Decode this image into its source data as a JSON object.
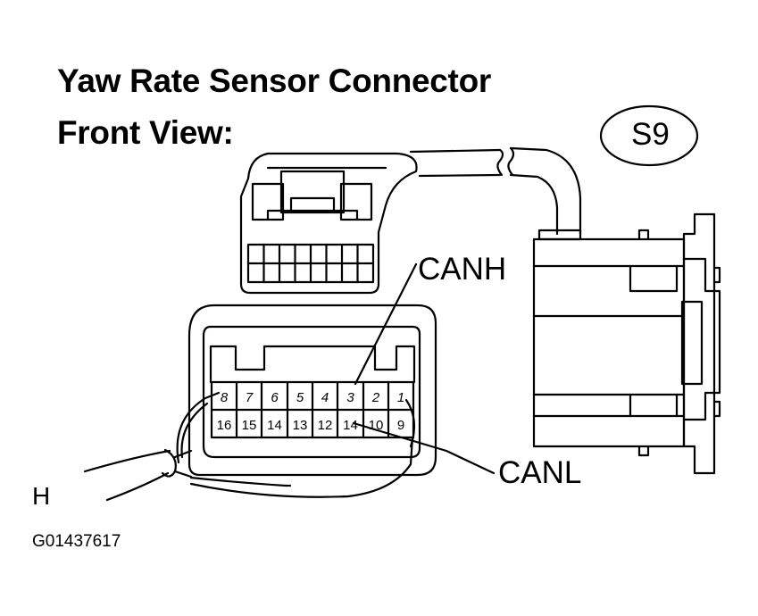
{
  "title": {
    "line1": "Yaw Rate Sensor Connector",
    "line2": "Front View:"
  },
  "connector_code": "S9",
  "callouts": {
    "canh": "CANH",
    "canl": "CANL"
  },
  "pins": {
    "top_row": [
      "8",
      "7",
      "6",
      "5",
      "4",
      "3",
      "2",
      "1"
    ],
    "bottom_row": [
      "16",
      "15",
      "14",
      "13",
      "12",
      "14",
      "10",
      "9"
    ]
  },
  "side_mark": "H",
  "figure_id": "G01437617"
}
